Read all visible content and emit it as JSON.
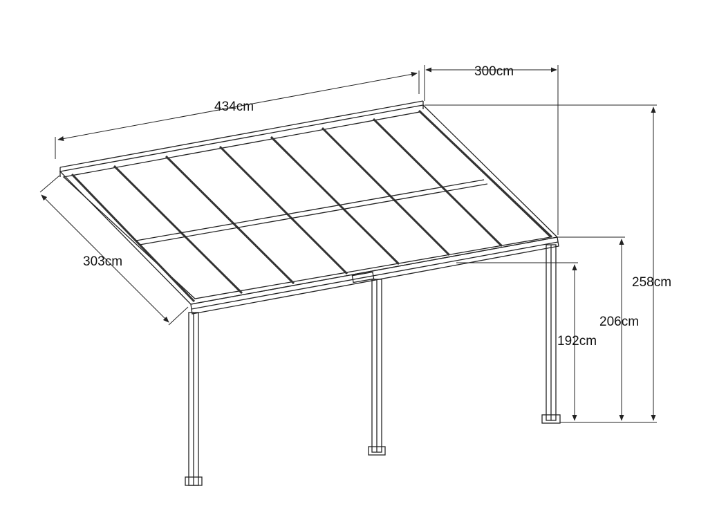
{
  "dimensions": {
    "width_front": "434cm",
    "depth_top": "300cm",
    "depth_side": "303cm",
    "height_total": "258cm",
    "height_front_beam": "206cm",
    "height_clearance": "192cm"
  },
  "colors": {
    "line": "#222222",
    "background": "#ffffff"
  }
}
